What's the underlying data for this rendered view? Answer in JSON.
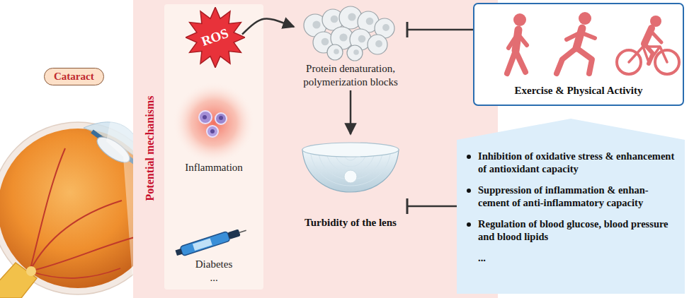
{
  "diagram": {
    "nodes": [
      {
        "text": [
          "Cataract"
        ]
      },
      {
        "text": [
          "Potential mechanisms"
        ]
      },
      {
        "text": [
          "Inflammation",
          "Diabetes",
          "..."
        ],
        "in": 1
      },
      {
        "text": [
          "ROS"
        ],
        "in": 2
      },
      {
        "text": [
          "Protein denaturation, polymerization blocks"
        ],
        "in": 1
      },
      {
        "text": [
          "Turbidity of the lens"
        ],
        "in": 1
      },
      {
        "text": [
          "Exercise & Physical Activity"
        ]
      },
      {
        "text": [
          "Inhibition of oxidative stress & enhancement of antioxidant capacity",
          "Suppression of inflammation & enhan-cement of anti-inflammatory capacity",
          "Regulation of blood glucose, blood pressure and blood lipids",
          "..."
        ]
      }
    ],
    "edges": [
      {
        "from": 3,
        "to": 4,
        "arrow": "to"
      },
      {
        "from": 4,
        "to": 5,
        "arrow": "to"
      },
      {
        "from": 6,
        "to": 4,
        "arrow": "to"
      },
      {
        "from": 7,
        "to": 5,
        "arrow": "to"
      }
    ]
  }
}
